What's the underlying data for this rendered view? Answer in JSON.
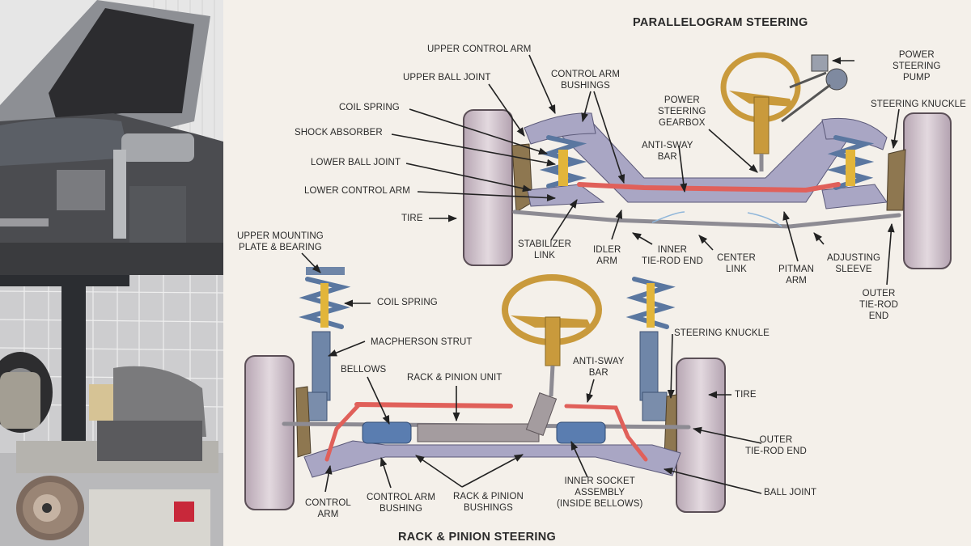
{
  "photo": {
    "subject": "car on lift with front subframe and suspension removed",
    "colors": {
      "wall": "#dcdcdc",
      "tile_lines": "#f2f2f2",
      "lift": "#2b2d31",
      "rotor": "#7d6a5e"
    }
  },
  "diagram": {
    "colors": {
      "background": "#f4f0ea",
      "text": "#2a2a2a",
      "steering_wheel": "#c99a3c",
      "anti_sway_bar": "#e0605a",
      "spring": "#5a77a0",
      "frame": "#a9a6c4",
      "tire": "#cdbfc8"
    },
    "parallelogram": {
      "title": "PARALLELOGRAM STEERING",
      "labels": {
        "upper_control_arm": [
          "UPPER CONTROL ARM"
        ],
        "upper_ball_joint": [
          "UPPER BALL JOINT"
        ],
        "control_arm_bushings": [
          "CONTROL ARM",
          "BUSHINGS"
        ],
        "coil_spring": [
          "COIL SPRING"
        ],
        "shock_absorber": [
          "SHOCK ABSORBER"
        ],
        "lower_ball_joint": [
          "LOWER BALL JOINT"
        ],
        "lower_control_arm": [
          "LOWER CONTROL ARM"
        ],
        "tire": [
          "TIRE"
        ],
        "stabilizer_link": [
          "STABILIZER",
          "LINK"
        ],
        "idler_arm": [
          "IDLER",
          "ARM"
        ],
        "inner_tie_rod_end": [
          "INNER",
          "TIE-ROD END"
        ],
        "center_link": [
          "CENTER",
          "LINK"
        ],
        "pitman_arm": [
          "PITMAN",
          "ARM"
        ],
        "adjusting_sleeve": [
          "ADJUSTING",
          "SLEEVE"
        ],
        "outer_tie_rod_end": [
          "OUTER",
          "TIE-ROD",
          "END"
        ],
        "power_steering_gearbox": [
          "POWER",
          "STEERING",
          "GEARBOX"
        ],
        "anti_sway_bar": [
          "ANTI-SWAY",
          "BAR"
        ],
        "power_steering_pump": [
          "POWER",
          "STEERING",
          "PUMP"
        ],
        "steering_knuckle": [
          "STEERING KNUCKLE"
        ]
      }
    },
    "rack_pinion": {
      "title": "RACK & PINION STEERING",
      "labels": {
        "upper_mounting_plate": [
          "UPPER MOUNTING",
          "PLATE & BEARING"
        ],
        "coil_spring": [
          "COIL SPRING"
        ],
        "macpherson_strut": [
          "MACPHERSON STRUT"
        ],
        "bellows": [
          "BELLOWS"
        ],
        "rack_pinion_unit": [
          "RACK & PINION UNIT"
        ],
        "anti_sway_bar": [
          "ANTI-SWAY",
          "BAR"
        ],
        "steering_knuckle": [
          "STEERING KNUCKLE"
        ],
        "tire": [
          "TIRE"
        ],
        "outer_tie_rod_end": [
          "OUTER",
          "TIE-ROD END"
        ],
        "ball_joint": [
          "BALL JOINT"
        ],
        "control_arm": [
          "CONTROL",
          "ARM"
        ],
        "control_arm_bushing": [
          "CONTROL ARM",
          "BUSHING"
        ],
        "rack_pinion_bushings": [
          "RACK & PINION",
          "BUSHINGS"
        ],
        "inner_socket_assembly": [
          "INNER SOCKET",
          "ASSEMBLY",
          "(INSIDE BELLOWS)"
        ]
      }
    }
  }
}
